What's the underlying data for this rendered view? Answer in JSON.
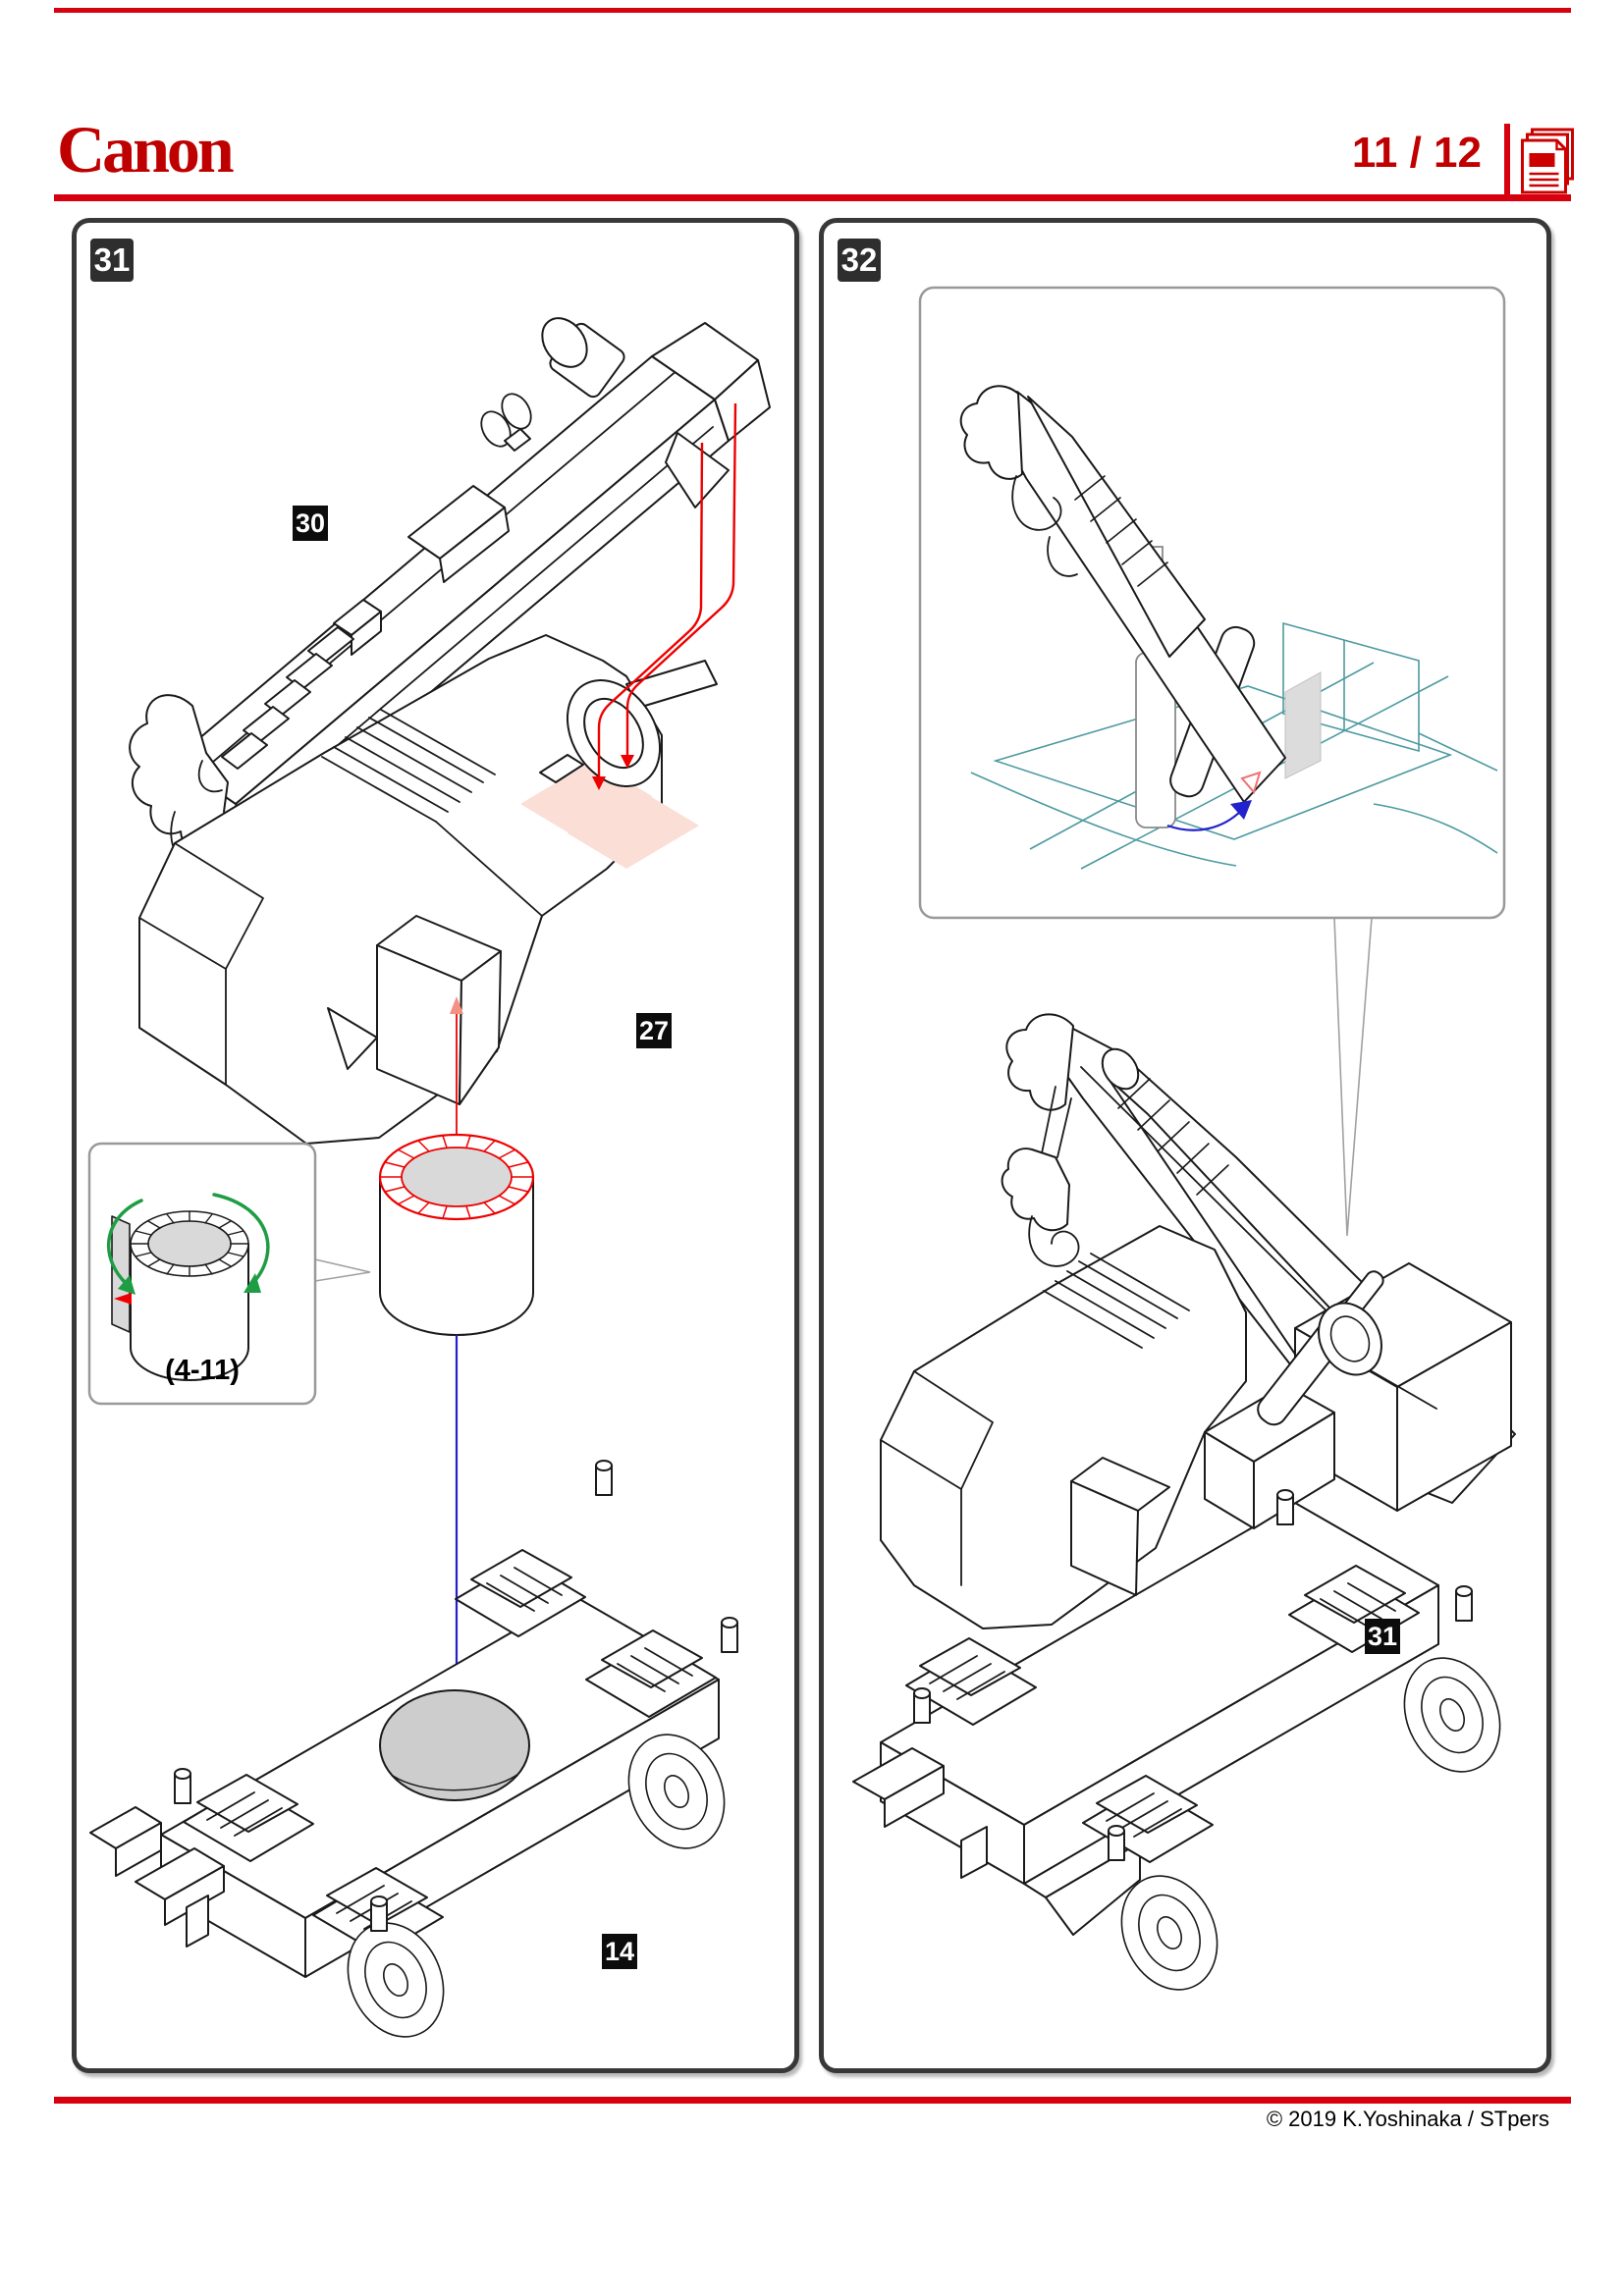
{
  "header": {
    "logo_text": "Canon",
    "page_indicator": "11 / 12",
    "pages_icon": "stacked-pages-icon"
  },
  "footer": {
    "copyright": "© 2019 K.Yoshinaka / STpers"
  },
  "colors": {
    "canon_red": "#bf0000",
    "rule_red": "#d6000f",
    "page_number_red": "#c00000",
    "line_art_black": "#1a1a1a",
    "assembly_line_red": "#ee0000",
    "arrow_blue": "#2222cc",
    "rotate_arrow_green": "#1f9d44",
    "guide_teal": "#4c9aa0",
    "panel_border_gray": "#383838",
    "inset_border_gray": "#999999",
    "label_black": "#0c0c0c",
    "shade_gray": "#d9d9d9",
    "highlight_pink": "#fbded6"
  },
  "panels": {
    "left": {
      "step_number": "31",
      "part_labels": {
        "boom": "30",
        "cab": "27",
        "chassis": "14"
      },
      "inset_caption": "(4-11)"
    },
    "right": {
      "step_number": "32",
      "assembled_label": "31"
    }
  }
}
